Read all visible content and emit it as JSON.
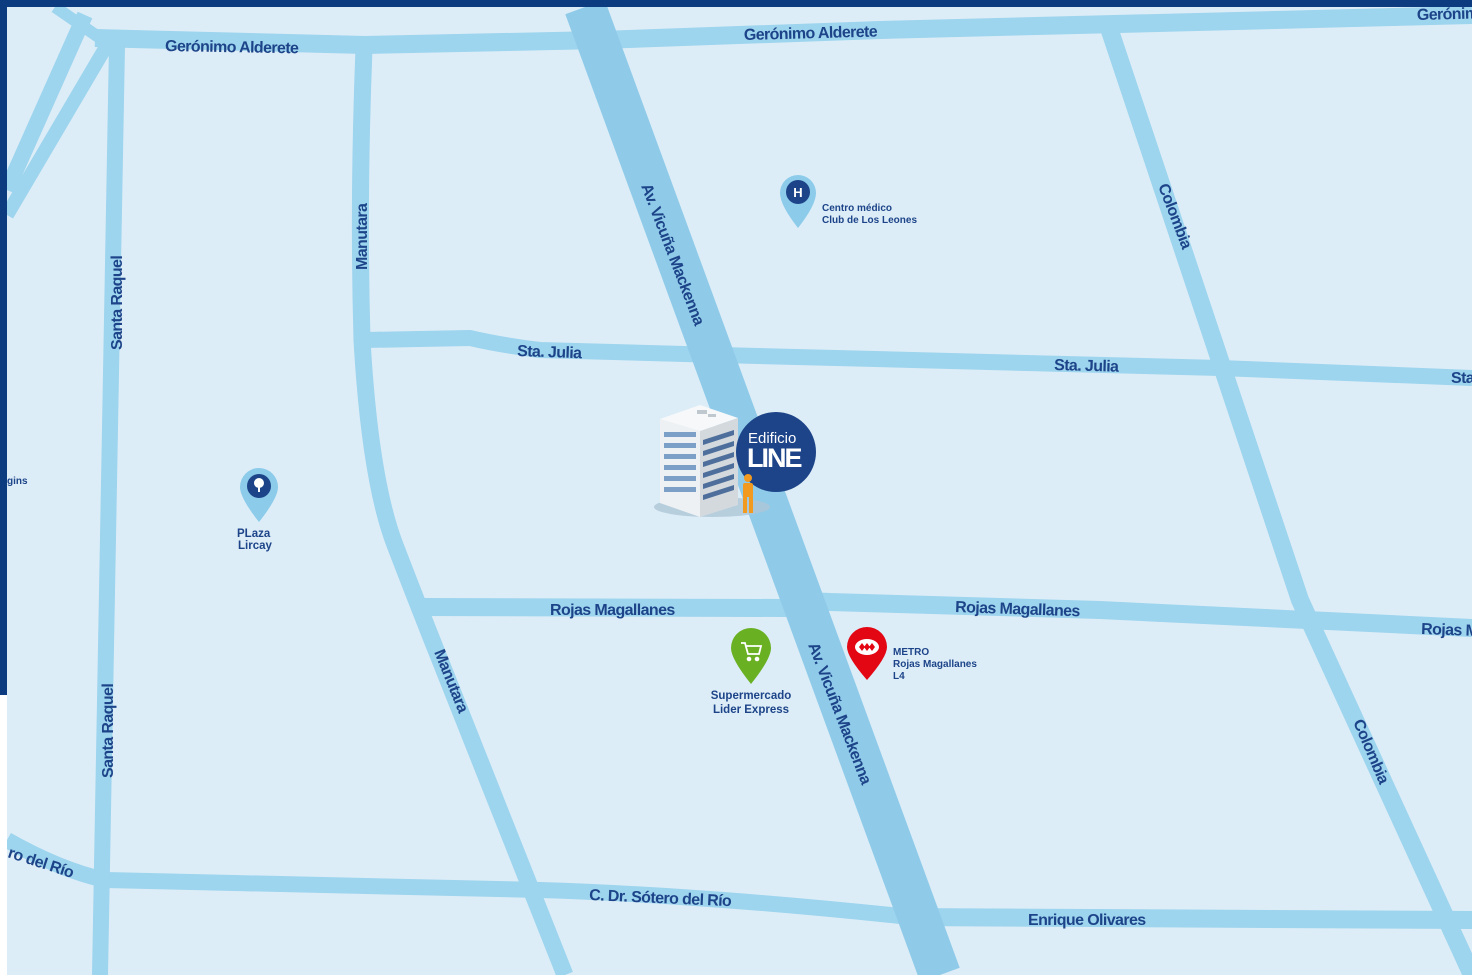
{
  "streets": {
    "geronimo_alderete": "Gerónimo Alderete",
    "sta_julia": "Sta. Julia",
    "rojas_magallanes": "Rojas Magallanes",
    "c_dr_sotero_del_rio": "C. Dr. Sótero del Río",
    "sotero_del_rio_partial": "ro del Río",
    "enrique_olivares": "Enrique Olivares",
    "av_vicuna_mackenna": "Av. Vicuña Mackenna",
    "manutara": "Manutara",
    "santa_raquel": "Santa Raquel",
    "colombia": "Colombia",
    "partial_left": "gins"
  },
  "pois": {
    "centro_medico": {
      "line1": "Centro médico",
      "line2": "Club de Los Leones",
      "icon": "hospital-icon",
      "glyph": "H",
      "color": "#1d4489"
    },
    "plaza_lircay": {
      "line1": "PLaza",
      "line2": "Lircay",
      "icon": "tree-icon",
      "color": "#1d4489"
    },
    "supermercado": {
      "line1": "Supermercado",
      "line2": "Lider Express",
      "icon": "cart-icon",
      "color": "#6ab023"
    },
    "metro": {
      "line1": "METRO",
      "line2": "Rojas Magallanes",
      "line3": "L4",
      "icon": "metro-icon",
      "color": "#e30613"
    }
  },
  "building": {
    "badge_top": "Edificio",
    "badge_name": "LINE",
    "badge_color": "#1d4489",
    "person_color": "#f29a1f"
  },
  "colors": {
    "frame": "#0d3b7f",
    "background": "#dcedf7",
    "road": "#9dd4ee",
    "label": "#1d4489"
  }
}
